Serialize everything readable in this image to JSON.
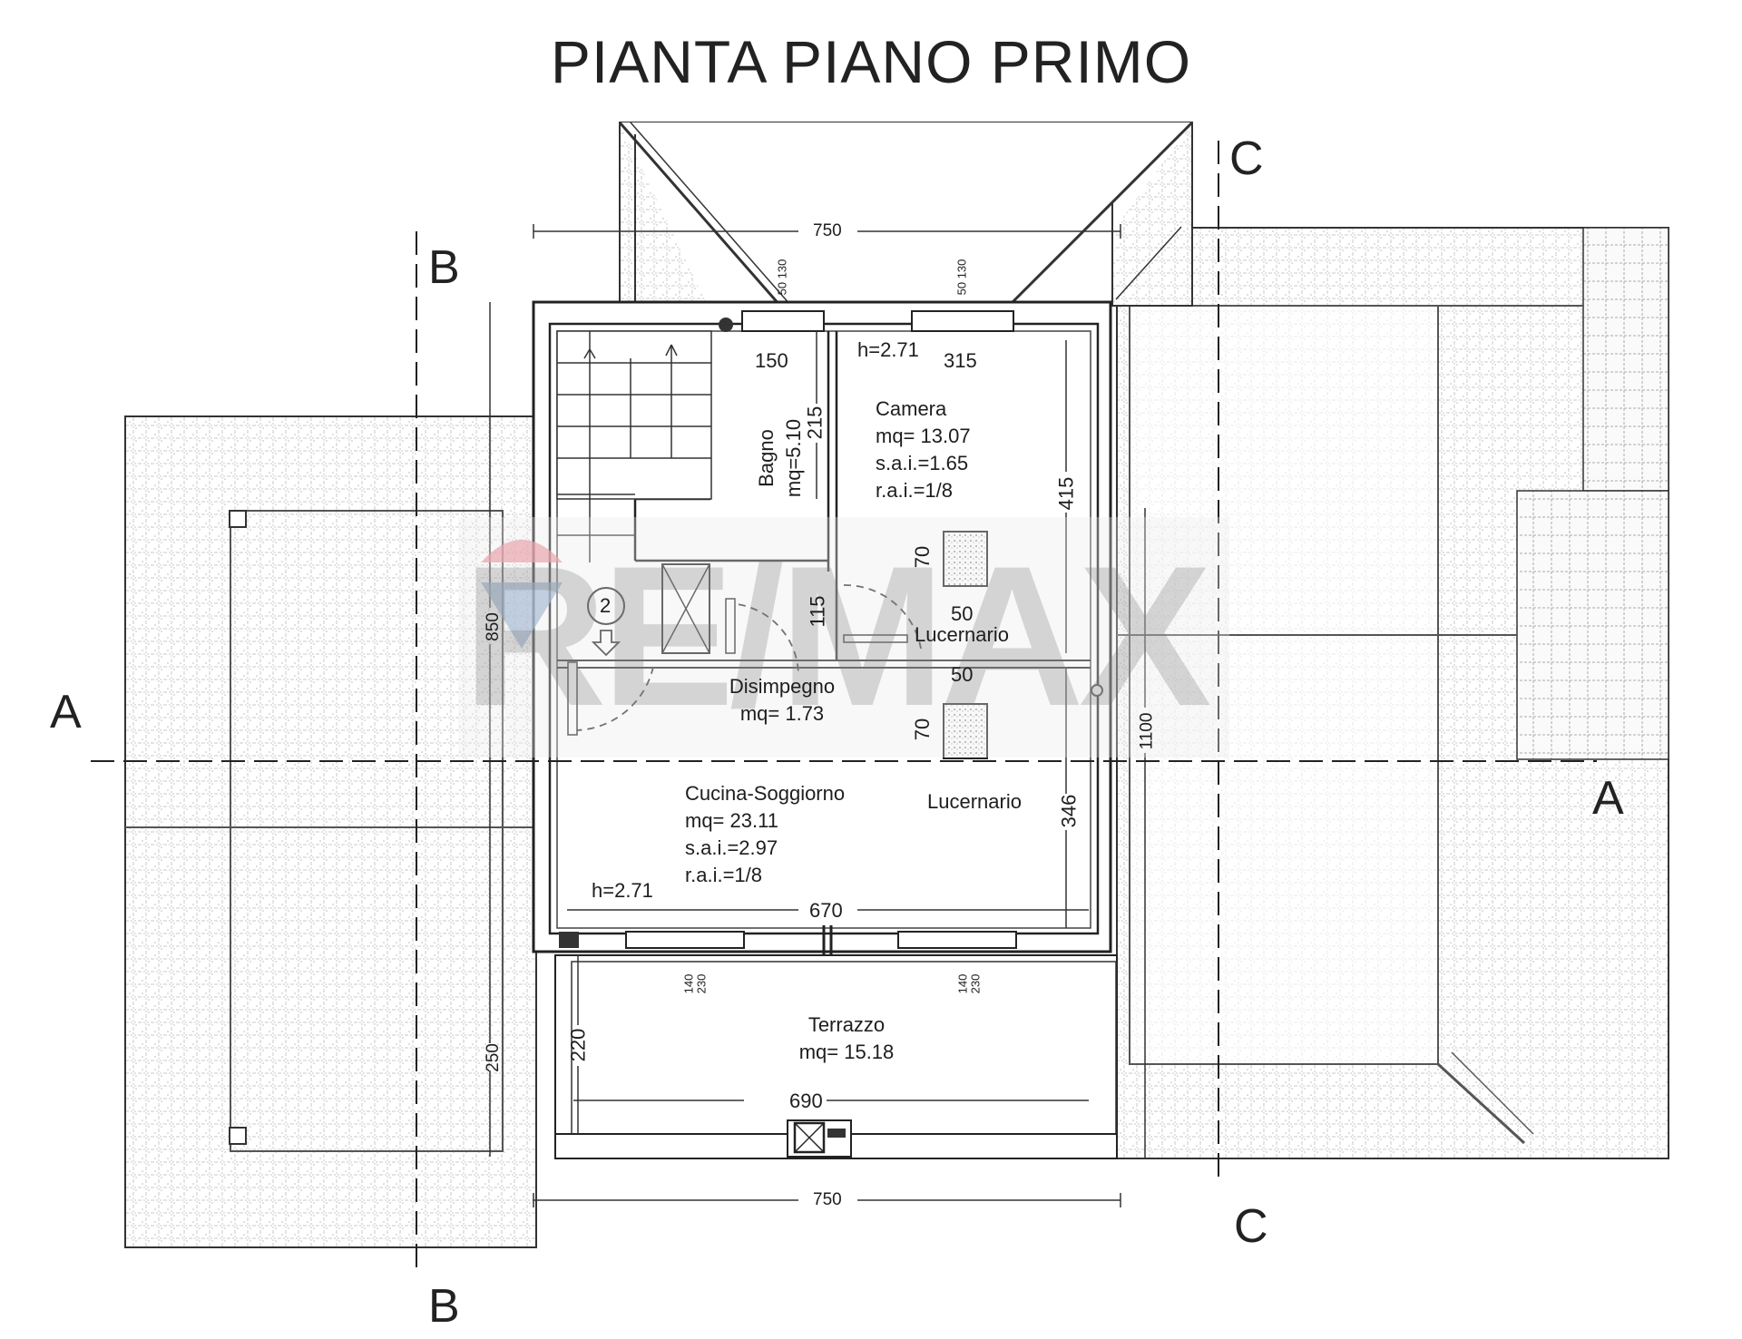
{
  "title": "PIANTA PIANO PRIMO",
  "watermark": {
    "text": "RE/MAX",
    "colors": {
      "balloon_red": "#e8a5ad",
      "balloon_blue": "#a8bcd6",
      "text_gray": "#9a9a9a"
    }
  },
  "section_markers": {
    "A_left": "A",
    "A_right": "A",
    "B_top": "B",
    "B_bottom": "B",
    "C_top": "C",
    "C_bottom": "C"
  },
  "rooms": {
    "camera": {
      "name": "Camera",
      "area": "mq= 13.07",
      "sai": "s.a.i.=1.65",
      "rai": "r.a.i.=1/8",
      "height": "h=2.71"
    },
    "bagno": {
      "name": "Bagno",
      "area": "mq=5.10"
    },
    "disimpegno": {
      "name": "Disimpegno",
      "area": "mq= 1.73"
    },
    "cucina_soggiorno": {
      "name": "Cucina-Soggiorno",
      "area": "mq= 23.11",
      "sai": "s.a.i.=2.97",
      "rai": "r.a.i.=1/8",
      "height": "h=2.71"
    },
    "terrazzo": {
      "name": "Terrazzo",
      "area": "mq= 15.18"
    }
  },
  "skylights": {
    "label_top": "Lucernario",
    "label_bottom": "Lucernario"
  },
  "stair_marker": "2",
  "dimensions": {
    "top_overall": "750",
    "bottom_overall": "750",
    "bagno_width": "150",
    "camera_width": "315",
    "bagno_depth": "215",
    "camera_depth": "415",
    "door_115": "115",
    "skylight_top_w": "50",
    "skylight_top_h": "70",
    "skylight_bottom_w": "50",
    "skylight_bottom_h": "70",
    "cucina_depth": "346",
    "cucina_width": "670",
    "terrace_width": "690",
    "terrace_depth": "220",
    "left_850": "850",
    "left_250": "250",
    "right_1100": "1100",
    "window_top_1": "50 130",
    "window_top_2": "50 130",
    "window_bottom_1a": "140",
    "window_bottom_1b": "230",
    "window_bottom_2a": "140",
    "window_bottom_2b": "230"
  }
}
